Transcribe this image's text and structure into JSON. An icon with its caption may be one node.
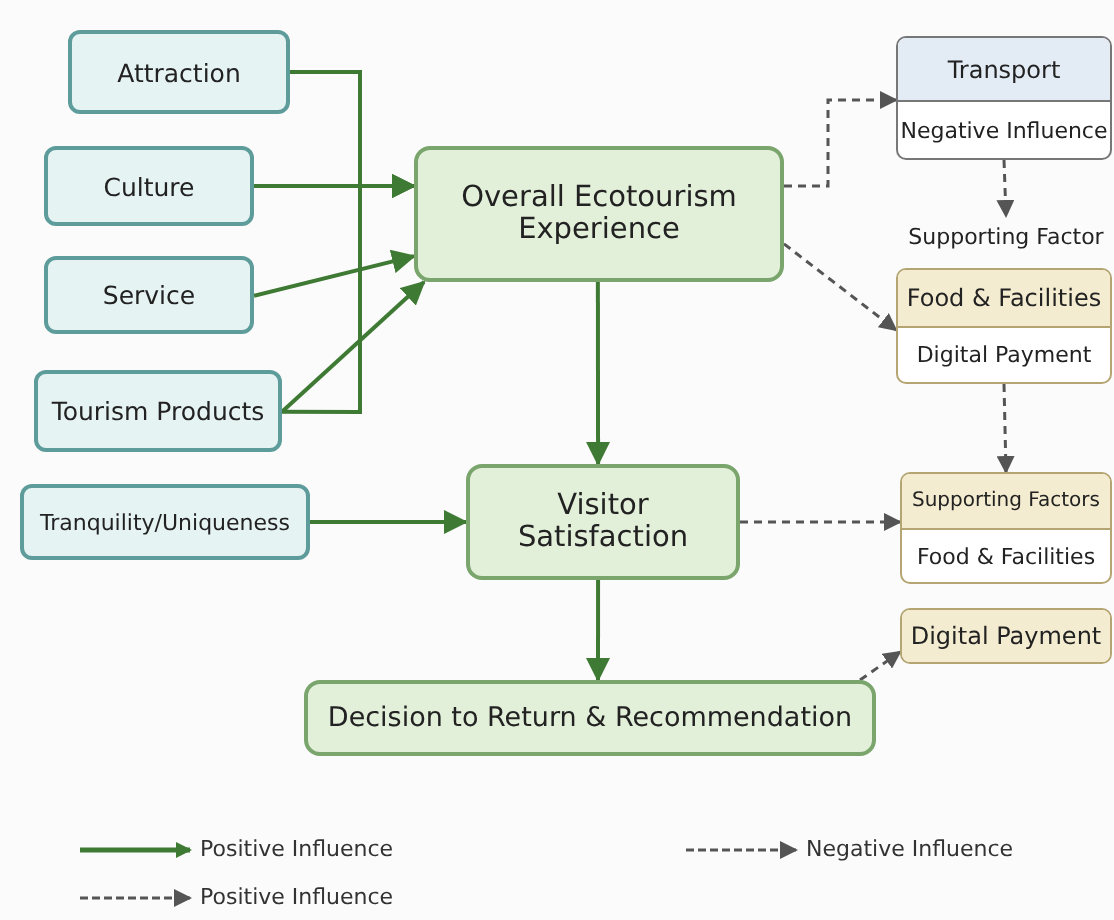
{
  "diagram": {
    "nodes": [
      {
        "text": [
          "Attraction"
        ]
      },
      {
        "text": [
          "Culture"
        ]
      },
      {
        "text": [
          "Service"
        ]
      },
      {
        "text": [
          "Tourism Products"
        ]
      },
      {
        "text": [
          "Tranquility/Uniqueness"
        ]
      },
      {
        "text": [
          "Overall Ecotourism Experience"
        ]
      },
      {
        "text": [
          "Visitor Satisfaction"
        ]
      },
      {
        "text": [
          "Decision to Return & Recommendation"
        ]
      },
      {
        "text": [
          "Transport",
          "Negative Influence"
        ]
      },
      {
        "text": [
          "Supporting Factor"
        ]
      },
      {
        "text": [
          "Food & Facilities",
          "Digital Payment"
        ]
      },
      {
        "text": [
          "Supporting Factors",
          "Food & Facilities"
        ]
      },
      {
        "text": [
          "Digital Payment"
        ]
      }
    ],
    "edges": [
      {
        "from": 0,
        "to": 5,
        "arrow": "to"
      },
      {
        "from": 1,
        "to": 5,
        "arrow": "to"
      },
      {
        "from": 2,
        "to": 5,
        "arrow": "to"
      },
      {
        "from": 3,
        "to": 5,
        "arrow": "to"
      },
      {
        "from": 3,
        "to": 5,
        "arrow": "to"
      },
      {
        "from": 5,
        "to": 6,
        "arrow": "to"
      },
      {
        "from": 4,
        "to": 6,
        "arrow": "to"
      },
      {
        "from": 6,
        "to": 7,
        "arrow": "to"
      },
      {
        "from": 5,
        "to": 8,
        "arrow": "to",
        "style": "dashed",
        "color": "#555555"
      },
      {
        "from": 5,
        "to": 10,
        "arrow": "to",
        "style": "dashed",
        "color": "#555555"
      },
      {
        "from": 8,
        "to": 9,
        "arrow": "to",
        "style": "dashed",
        "color": "#555555"
      },
      {
        "from": 10,
        "to": 11,
        "arrow": "to",
        "style": "dashed",
        "color": "#555555"
      },
      {
        "from": 6,
        "to": 11,
        "arrow": "to",
        "style": "dashed",
        "color": "#555555"
      },
      {
        "from": 7,
        "to": 12,
        "arrow": "to",
        "style": "dashed",
        "color": "#555555"
      }
    ],
    "legend": [
      {
        "text": "Positive Influence"
      },
      {
        "text": "Negative Influence"
      },
      {
        "text": "Positive Influence"
      }
    ]
  }
}
